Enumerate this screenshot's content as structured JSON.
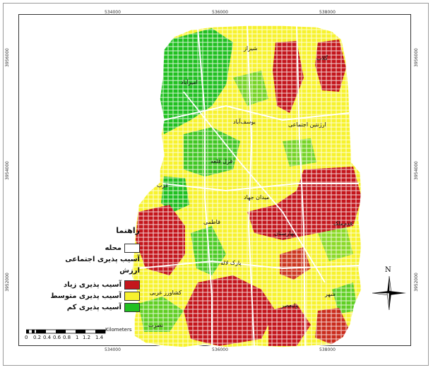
{
  "axes": {
    "top_ticks": [
      "534000",
      "536000",
      "538000"
    ],
    "bottom_ticks": [
      "534000",
      "536000",
      "538000"
    ],
    "left_ticks": [
      "3956000",
      "3954000",
      "3952000"
    ],
    "right_ticks": [
      "3956000",
      "3954000",
      "3952000"
    ]
  },
  "map_labels": {
    "shiraz": "شیراز",
    "golab": "گلاب",
    "amirabad": "امیرآباد",
    "yousefabad": "یوسف‌آباد",
    "arzantin": "ارژنتین اجتماعی",
    "ghezelgheleh": "قزل قلعه",
    "maidan_jahad": "میدان جهاد",
    "ghadam_malek": "قدم‌ملک",
    "fatemi": "فاطمی",
    "west": "غرب",
    "baharestan": "بهارستان",
    "park_laleh": "پارک لاله",
    "keshavarz_gharbi": "کشاورز غربی",
    "valiasr": "ولیعصر",
    "nosrat": "نصرت",
    "shahr": "شهر"
  },
  "legend": {
    "title": "راهنما",
    "mahalleh": "محله",
    "subtitle": "آسیب پذیری اجتماعی",
    "value_label": "ارزش",
    "items": [
      {
        "label": "آسیب پذیری زیاد",
        "color": "#c4161c"
      },
      {
        "label": "آسیب پذیری متوسط",
        "color": "#f7f22e"
      },
      {
        "label": "آسیب پذیری کم",
        "color": "#21c021"
      }
    ]
  },
  "scalebar": {
    "unit": "Kilometers",
    "ticks": [
      "0",
      "0.2",
      "0.4",
      "0.6",
      "0.8",
      "1",
      "1.2",
      "1.4"
    ]
  },
  "north_arrow": {
    "label": "N"
  },
  "colors": {
    "high": "#c4161c",
    "medium": "#f7f22e",
    "low": "#21c021",
    "street": "#ffffff",
    "neighborhood": "#ffffff"
  }
}
